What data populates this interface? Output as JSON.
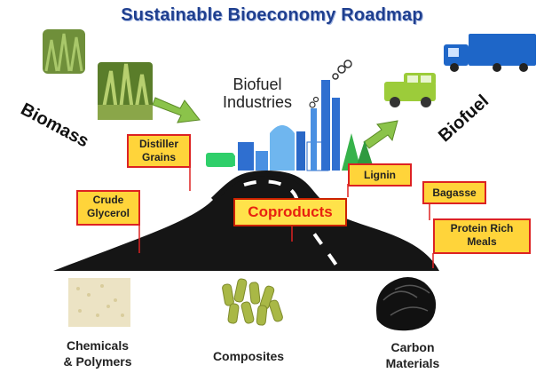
{
  "title": "Sustainable Bioeconomy Roadmap",
  "biomass_label": "Biomass",
  "biofuel_label": "Biofuel",
  "industries_label": [
    "Biofuel",
    "Industries"
  ],
  "coproducts_label": "Coproducts",
  "coproducts": {
    "distiller_grains": [
      "Distiller",
      "Grains"
    ],
    "crude_glycerol": [
      "Crude",
      "Glycerol"
    ],
    "lignin": "Lignin",
    "bagasse": "Bagasse",
    "protein_rich_meals": [
      "Protein Rich",
      "Meals"
    ]
  },
  "products": {
    "chemicals": [
      "Chemicals",
      "& Polymers"
    ],
    "composites": "Composites",
    "carbon": [
      "Carbon",
      "Materials"
    ]
  },
  "colors": {
    "title": "#1f3f8f",
    "box_fill": "#ffd43a",
    "box_border": "#dd2222",
    "coproducts_text": "#e8220f",
    "road": "#111111",
    "arrow": "#8bc34a",
    "truck": "#1e66c8",
    "van": "#9ccc3a"
  }
}
